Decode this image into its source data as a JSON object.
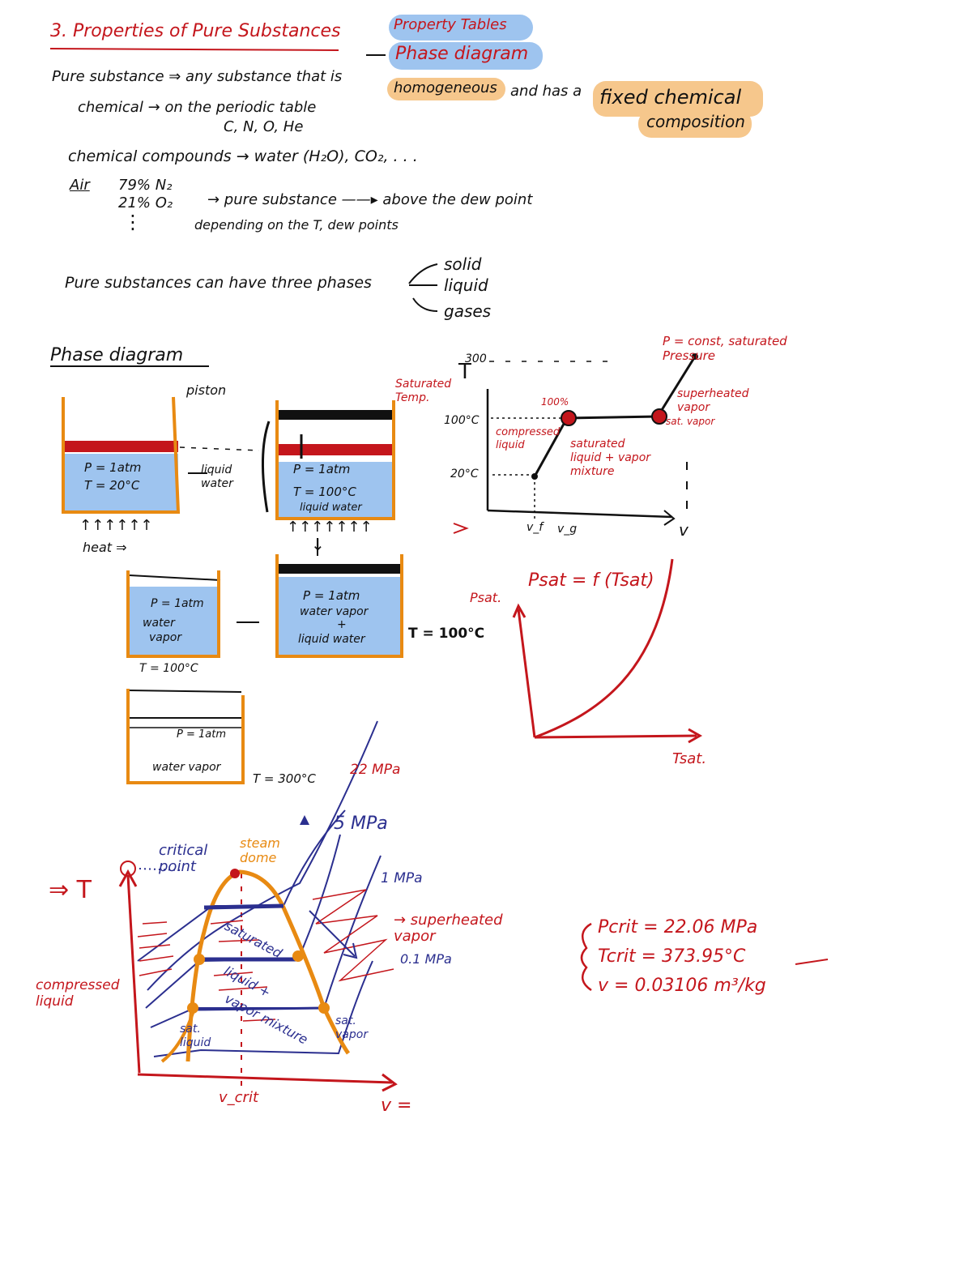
{
  "header": {
    "title": "3. Properties of Pure Substances",
    "hl_property_tables": "Property Tables",
    "hl_phase_diagram": "Phase diagram"
  },
  "definition": {
    "line1_a": "Pure substance ⇒ any substance that is",
    "line1_homogeneous": "homogeneous",
    "line1_b": "and has a",
    "line1_fixed": "fixed chemical",
    "line1_composition": "composition",
    "chemical": "chemical → on the periodic table",
    "elements": "C, N, O, He",
    "compounds": "chemical compounds → water (H₂O), CO₂, . . .",
    "air_label": "Air",
    "air_n2": "79% N₂",
    "air_o2": "21% O₂",
    "air_note": "→ pure substance ——▸ above the dew point",
    "dots": "⋮",
    "depending": "depending on the T, dew points"
  },
  "phases": {
    "lead": "Pure substances can have three phases",
    "solid": "solid",
    "liquid": "liquid",
    "gases": "gases"
  },
  "phase_diagram": {
    "heading": "Phase diagram",
    "piston": "piston",
    "c1_p": "P = 1atm",
    "c1_t": "T = 20°C",
    "c1_out": "liquid water",
    "c1_heat": "heat ⇒",
    "c2_p": "P = 1atm",
    "c2_t": "T = 100°C",
    "c2_s": "liquid water",
    "c3_p": "P = 1atm",
    "c3_s1": "water vapor",
    "c3_plus": "+",
    "c3_s2": "liquid water",
    "c3_t": "T = 100°C",
    "c4_p": "P = 1atm",
    "c4_s1": "water",
    "c4_s2": "vapor",
    "c4_t": "T = 100°C",
    "c5_p": "P = 1atm",
    "c5_s": "water vapor",
    "c5_t": "T = 300°C"
  },
  "tv_diagram": {
    "t_axis": "T",
    "v_axis": "v",
    "t300": "300",
    "t100": "100°C",
    "t20": "20°C",
    "sat_temp": "Saturated Temp.",
    "p_const": "P = const, saturated Pressure",
    "compressed": "compressed liquid",
    "sat_mix": "saturated liquid + vapor mixture",
    "superheated": "superheated vapor",
    "sat_vapor": "sat. vapor",
    "sat_liq": "100%",
    "vf": "v_f",
    "vg": "v_g"
  },
  "psat": {
    "y_label": "Psat.",
    "x_label": "Tsat.",
    "relation": "Psat = f (Tsat)"
  },
  "dome": {
    "arrow": "⇒ T",
    "critical": "critical point",
    "steam_dome": "steam dome",
    "p22": "22 MPa",
    "p5": "5 MPa",
    "p1": "1 MPa",
    "p01": "0.1 MPa",
    "superheated": "→ superheated vapor",
    "compressed": "compressed liquid",
    "sat_mix_1": "saturated",
    "sat_mix_2": "liquid +",
    "sat_mix_3": "vapor mixture",
    "sat_liquid": "sat. liquid",
    "sat_vapor": "sat. vapor",
    "v_axis": "v =",
    "v_crit": "v_crit"
  },
  "critical": {
    "p": "Pcrit = 22.06 MPa",
    "t": "Tcrit = 373.95°C",
    "v": "v = 0.03106 m³/kg"
  },
  "colors": {
    "ink_red": "#c4161c",
    "ink_black": "#111111",
    "ink_navy": "#2b2f8f",
    "orange": "#e88a12",
    "hl_blue": "#9ec4ef",
    "hl_orange": "#f6c78c"
  }
}
